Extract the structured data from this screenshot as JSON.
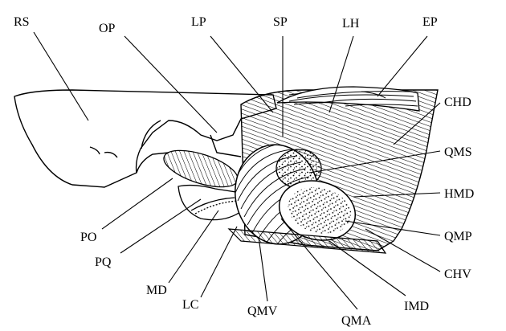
{
  "labels": {
    "RS": "RS",
    "OP": "OP",
    "LP": "LP",
    "SP": "SP",
    "LH": "LH",
    "EP": "EP",
    "CHD": "CHD",
    "QMS": "QMS",
    "HMD": "HMD",
    "QMP": "QMP",
    "CHV": "CHV",
    "IMD": "IMD",
    "QMA": "QMA",
    "QMV": "QMV",
    "LC": "LC",
    "MD": "MD",
    "PQ": "PQ",
    "PO": "PO"
  },
  "colors": {
    "ink": "#000000",
    "background": "#ffffff"
  }
}
